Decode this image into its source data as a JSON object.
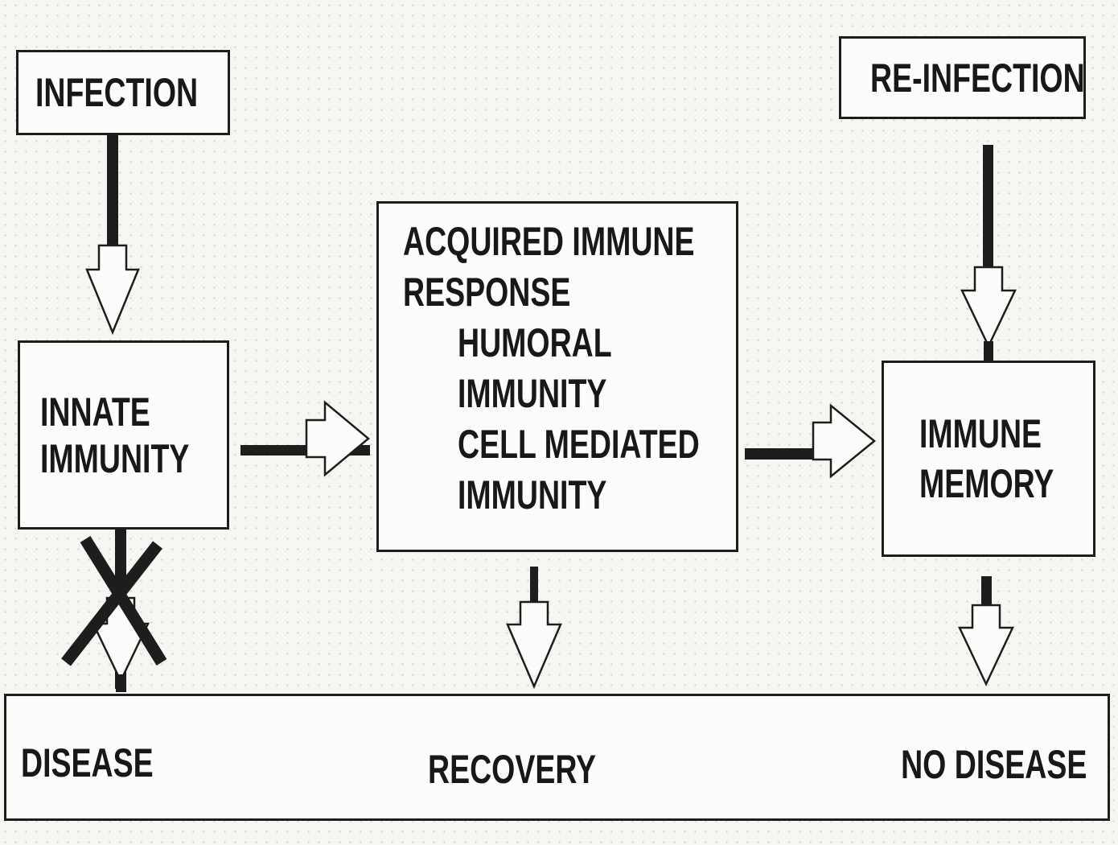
{
  "diagram_title": "Innate and acquired immune response flowchart",
  "colors": {
    "ink": "#1d1d1d",
    "paper": "#f7f6f2",
    "box_fill": "#fcfcfb"
  },
  "boxes": {
    "infection": {
      "label": "INFECTION"
    },
    "innate_immunity": {
      "lines": [
        "INNATE",
        "IMMUNITY"
      ]
    },
    "acquired_immune_response": {
      "heading_lines": [
        "ACQUIRED IMMUNE",
        "RESPONSE"
      ],
      "sub_lines": [
        "HUMORAL",
        "IMMUNITY",
        "CELL MEDIATED",
        "IMMUNITY"
      ]
    },
    "re_infection": {
      "label": "RE-INFECTION"
    },
    "immune_memory": {
      "lines": [
        "IMMUNE",
        "MEMORY"
      ]
    }
  },
  "outcome_bar": {
    "disease": "DISEASE",
    "recovery": "RECOVERY",
    "no_disease": "NO DISEASE"
  }
}
